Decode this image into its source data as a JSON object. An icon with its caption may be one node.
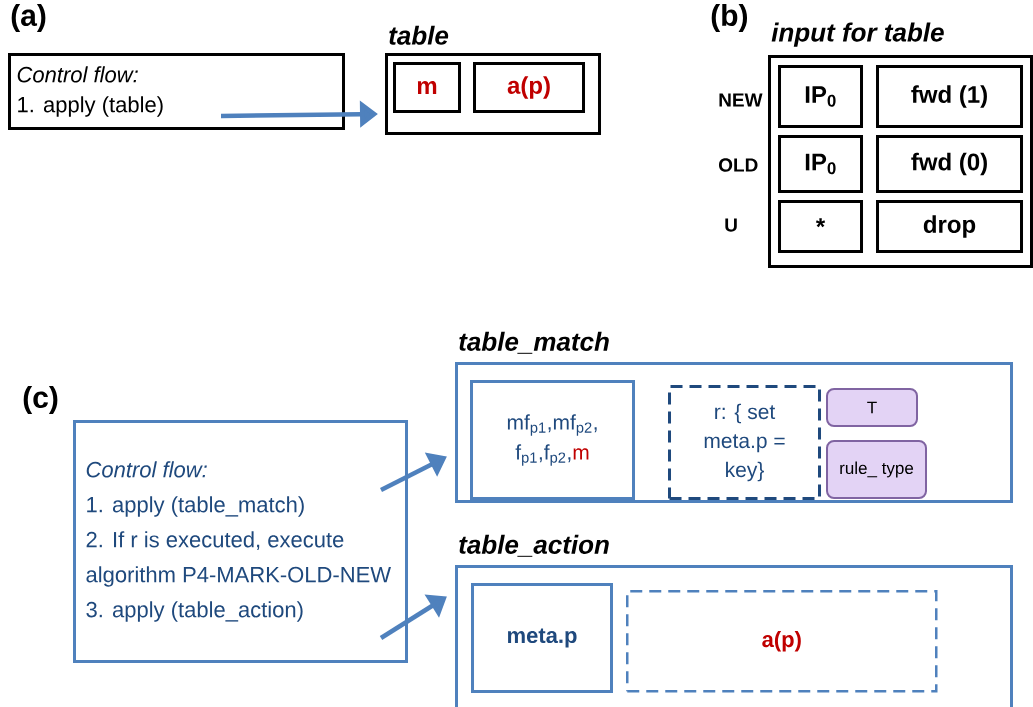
{
  "diagram": {
    "nodes": [
      {
        "text": [
          "Control flow:",
          "1. apply (table)"
        ]
      },
      {
        "text": [
          "table"
        ]
      },
      {
        "text": [
          "m"
        ],
        "in": 1
      },
      {
        "text": [
          "a(p)"
        ],
        "in": 1
      },
      {
        "text": [
          "input for table"
        ]
      },
      {
        "text": [
          "IP$_{0}$"
        ],
        "in": 4
      },
      {
        "text": [
          "fwd (1)"
        ],
        "in": 4
      },
      {
        "text": [
          "IP$_{0}$"
        ],
        "in": 4
      },
      {
        "text": [
          "fwd (0)"
        ],
        "in": 4
      },
      {
        "text": [
          "*"
        ],
        "in": 4
      },
      {
        "text": [
          "drop"
        ],
        "in": 4
      },
      {
        "text": [
          "Control flow:",
          "1. apply (table_match)",
          "2. If r is executed, execute algorithm P4-MARK-OLD-NEW",
          "3. apply (table_action)"
        ]
      },
      {
        "text": [
          "table_match"
        ]
      },
      {
        "text": [
          "mf$_{p1}$,mf$_{p2}$, f$_{p1}$,f$_{p2}$,",
          "m"
        ],
        "in": 12
      },
      {
        "text": [
          "r: { set meta.p = key}"
        ],
        "in": 12
      },
      {
        "text": [
          "T"
        ],
        "in": 12
      },
      {
        "text": [
          "rule_ type"
        ],
        "in": 12
      },
      {
        "text": [
          "table_action"
        ]
      },
      {
        "text": [
          "meta.p"
        ],
        "in": 17
      },
      {
        "text": [
          "a(p)"
        ],
        "in": 17
      }
    ],
    "edges": [
      {
        "from": 0,
        "to": 1,
        "arrow": "to"
      },
      {
        "from": 11,
        "to": 12,
        "arrow": "to"
      },
      {
        "from": 11,
        "to": 17,
        "arrow": "to"
      }
    ],
    "labels": [
      "(a)",
      "(b)",
      "NEW",
      "OLD",
      "U",
      "(c)"
    ]
  }
}
